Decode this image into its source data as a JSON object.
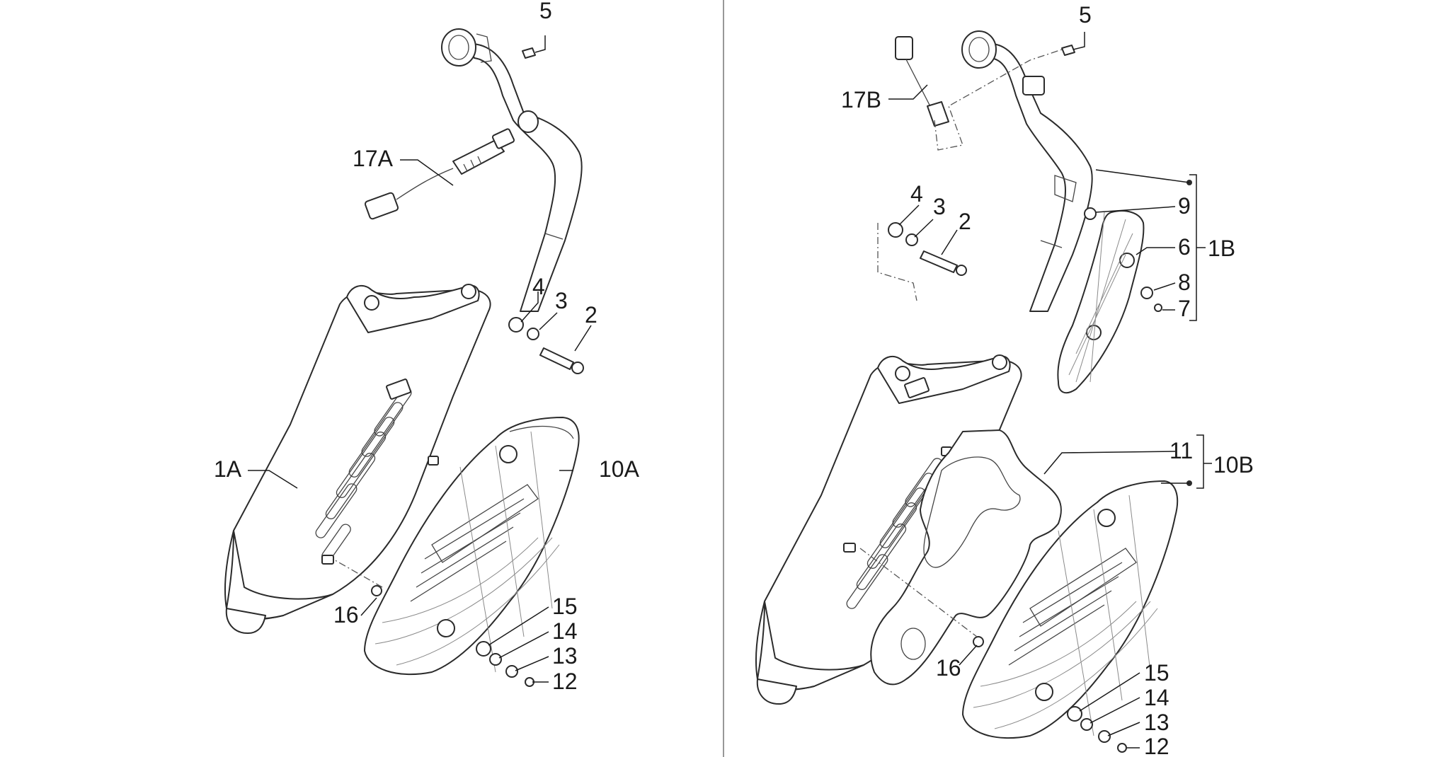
{
  "left_panel": {
    "labels": {
      "p5": "5",
      "p17a": "17A",
      "p4": "4",
      "p3": "3",
      "p2": "2",
      "p1a": "1A",
      "p10a": "10A",
      "p16": "16",
      "p15": "15",
      "p14": "14",
      "p13": "13",
      "p12": "12"
    }
  },
  "right_panel": {
    "labels": {
      "p5": "5",
      "p17b": "17B",
      "p4": "4",
      "p3": "3",
      "p2": "2",
      "p9": "9",
      "p6": "6",
      "p1b": "1B",
      "p8": "8",
      "p7": "7",
      "p11": "11",
      "p10b": "10B",
      "p16": "16",
      "p15": "15",
      "p14": "14",
      "p13": "13",
      "p12": "12"
    }
  }
}
